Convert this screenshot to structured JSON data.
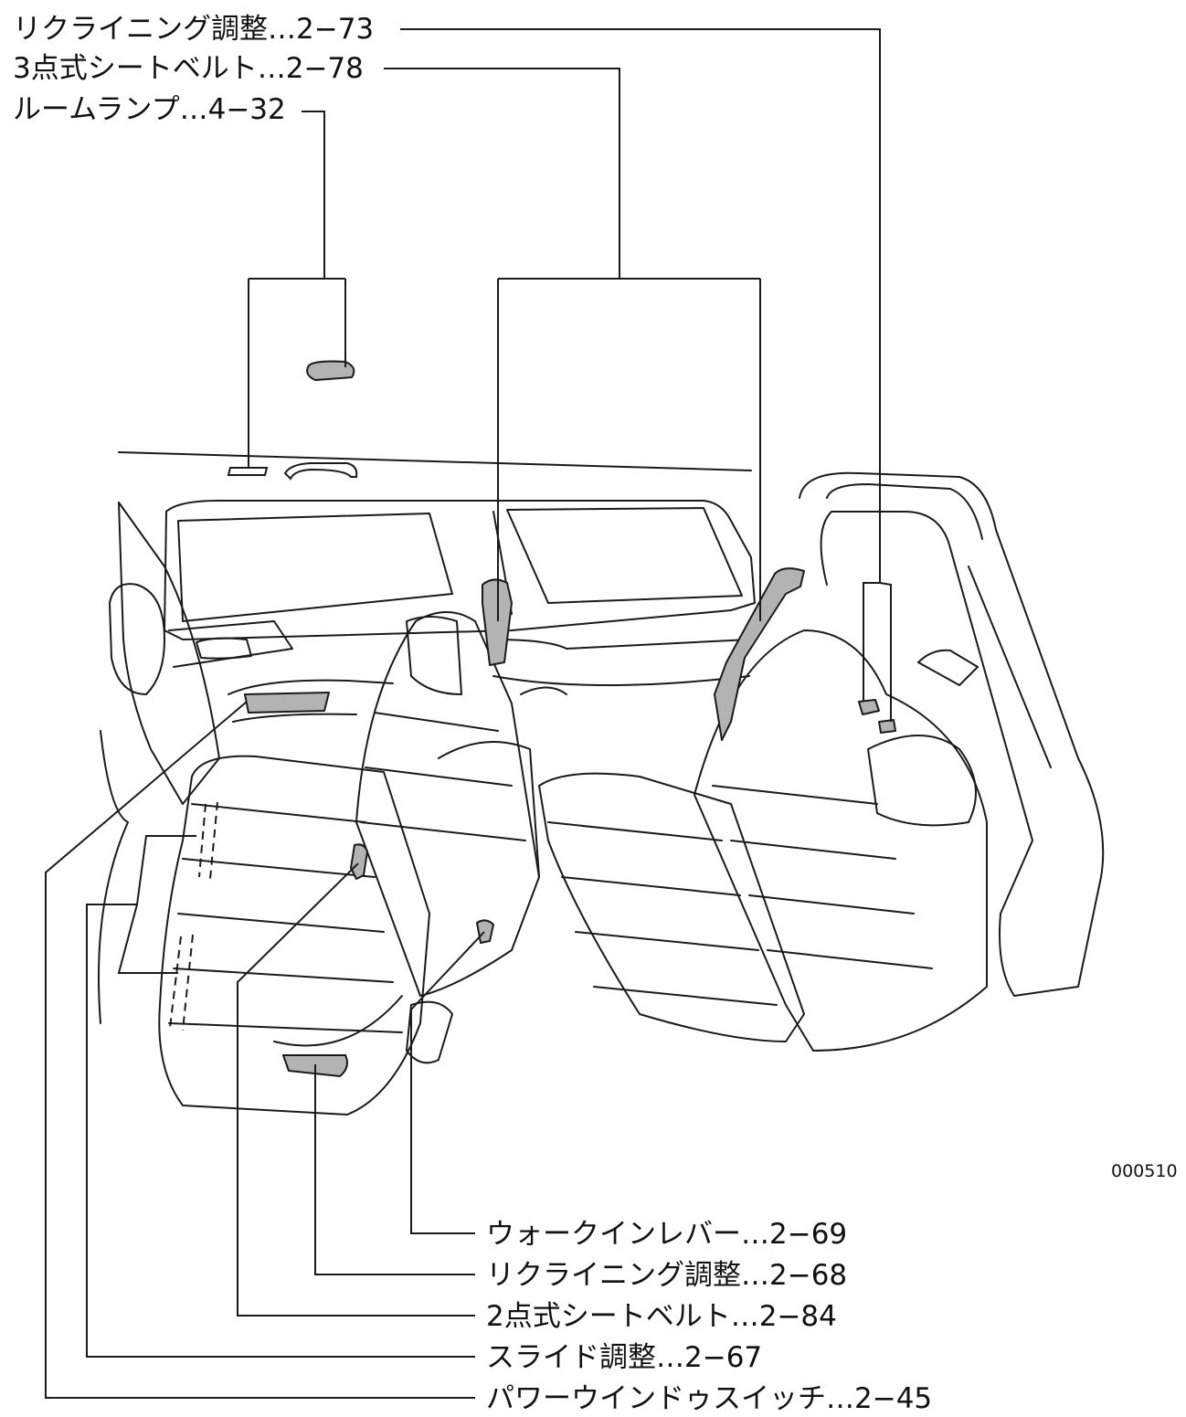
{
  "callouts_top": [
    "リクライニング調整…2−73",
    "3点式シートベルト…2−78",
    "ルームランプ…4−32"
  ],
  "callouts_bottom": [
    "ウォークインレバー…2−69",
    "リクライニング調整…2−68",
    "2点式シートベルト…2−84",
    "スライド調整…2−67",
    "パワーウインドゥスイッチ…2−45"
  ],
  "figure_code": "000510",
  "colors": {
    "line": "#1a1a1a",
    "part_fill": "#b3b3b3"
  }
}
